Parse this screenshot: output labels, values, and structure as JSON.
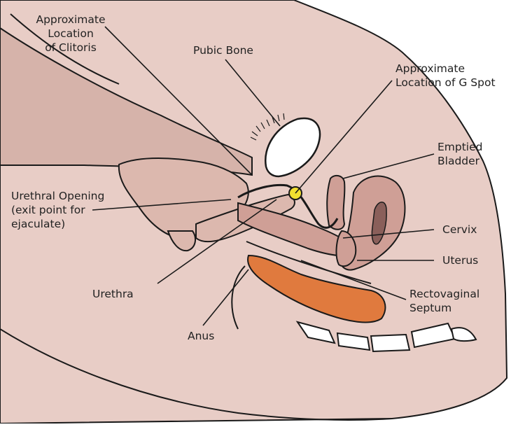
{
  "labels": {
    "clitoris": [
      "Approximate",
      "Location",
      "of Clitoris"
    ],
    "pubic_bone": [
      "Pubic Bone"
    ],
    "g_spot": [
      "Approximate",
      "Location of G Spot"
    ],
    "bladder": [
      "Emptied",
      "Bladder"
    ],
    "urethral_opening": [
      "Urethral Opening",
      "(exit point for",
      "ejaculate)"
    ],
    "cervix": [
      "Cervix"
    ],
    "uterus": [
      "Uterus"
    ],
    "urethra": [
      "Urethra"
    ],
    "septum": [
      "Rectovaginal",
      "Septum"
    ],
    "anus": [
      "Anus"
    ]
  },
  "colors": {
    "skin": "#e8cdc6",
    "skin_dark": "#d6b3aa",
    "inner": "#dcb8ae",
    "organ": "#cf9f96",
    "uterus_dark": "#8a5f5a",
    "bone": "#ffffff",
    "rectum": "#e07a3e",
    "gspot": "#f2e030",
    "stroke": "#1a1a1a"
  }
}
